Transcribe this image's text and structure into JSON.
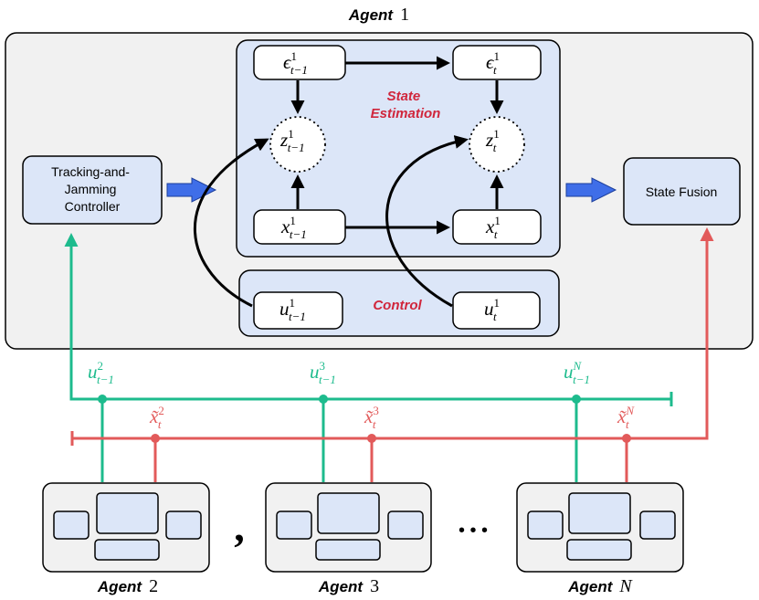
{
  "agent1": {
    "label": "Agent",
    "num": "1",
    "tracking_controller": [
      "Tracking-and-",
      "Jamming",
      "Controller"
    ],
    "state_fusion": "State Fusion",
    "state_estimation": [
      "State",
      "Estimation"
    ],
    "control": "Control",
    "nodes": {
      "eps_prev": {
        "base": "ϵ",
        "sup": "1",
        "sub": "t−1"
      },
      "eps_cur": {
        "base": "ϵ",
        "sup": "1",
        "sub": "t"
      },
      "z_prev": {
        "base": "z",
        "sup": "1",
        "sub": "t−1"
      },
      "z_cur": {
        "base": "z",
        "sup": "1",
        "sub": "t"
      },
      "x_prev": {
        "base": "x",
        "sup": "1",
        "sub": "t−1"
      },
      "x_cur": {
        "base": "x",
        "sup": "1",
        "sub": "t"
      },
      "u_prev": {
        "base": "u",
        "sup": "1",
        "sub": "t−1"
      },
      "u_cur": {
        "base": "u",
        "sup": "1",
        "sub": "t"
      }
    }
  },
  "bus_labels": {
    "u2": {
      "base": "u",
      "sup": "2",
      "sub": "t−1"
    },
    "u3": {
      "base": "u",
      "sup": "3",
      "sub": "t−1"
    },
    "uN": {
      "base": "u",
      "sup": "N",
      "sub": "t−1"
    },
    "x2": {
      "base": "x̃",
      "sup": "2",
      "sub": "t"
    },
    "x3": {
      "base": "x̃",
      "sup": "3",
      "sub": "t"
    },
    "xN": {
      "base": "x̃",
      "sup": "N",
      "sub": "t"
    }
  },
  "agents": [
    {
      "label": "Agent",
      "num": "2"
    },
    {
      "label": "Agent",
      "num": "3"
    },
    {
      "label": "Agent",
      "num": "N"
    }
  ],
  "separators": {
    "comma": ",",
    "ellipsis": "• • •"
  },
  "colors": {
    "green": "#1dbb8d",
    "red": "#e25a5a",
    "blue_arrow": "#3f6ee8",
    "panel_fill": "#dce6f8",
    "agent_bg": "#f1f1f1",
    "emphasis": "#d0263c"
  }
}
